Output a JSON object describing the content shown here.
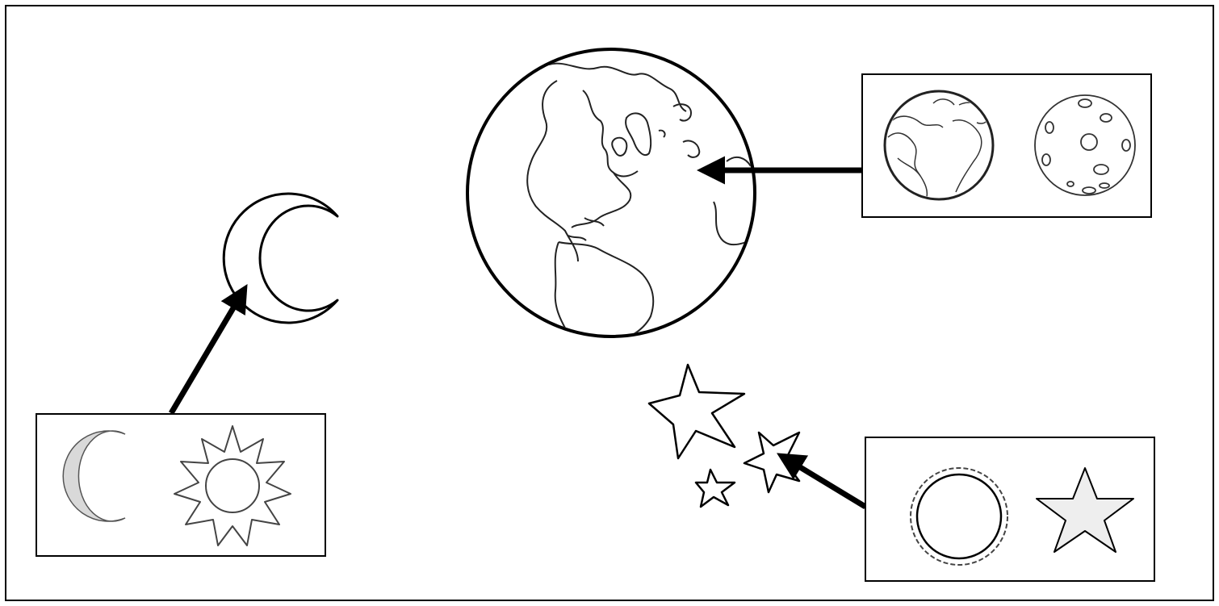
{
  "worksheet": {
    "colors": {
      "ink": "#000000",
      "paper": "#ffffff",
      "moon_fill": "#d9d9d9",
      "star_fill": "#eeeeee",
      "line_art": "#444444"
    },
    "targets": [
      {
        "id": "moon",
        "icon": "crescent-moon-icon"
      },
      {
        "id": "earth",
        "icon": "earth-globe-icon"
      },
      {
        "id": "stars",
        "icon": "stars-cluster-icon"
      }
    ],
    "choice_boxes": [
      {
        "id": "left-choices",
        "points_to": "moon",
        "options": [
          "crescent-moon-icon",
          "sun-icon"
        ]
      },
      {
        "id": "top-right-choices",
        "points_to": "earth",
        "options": [
          "earth-globe-icon",
          "cratered-moon-icon"
        ]
      },
      {
        "id": "bottom-right-choices",
        "points_to": "stars",
        "options": [
          "sun-icon",
          "star-icon"
        ]
      }
    ]
  }
}
